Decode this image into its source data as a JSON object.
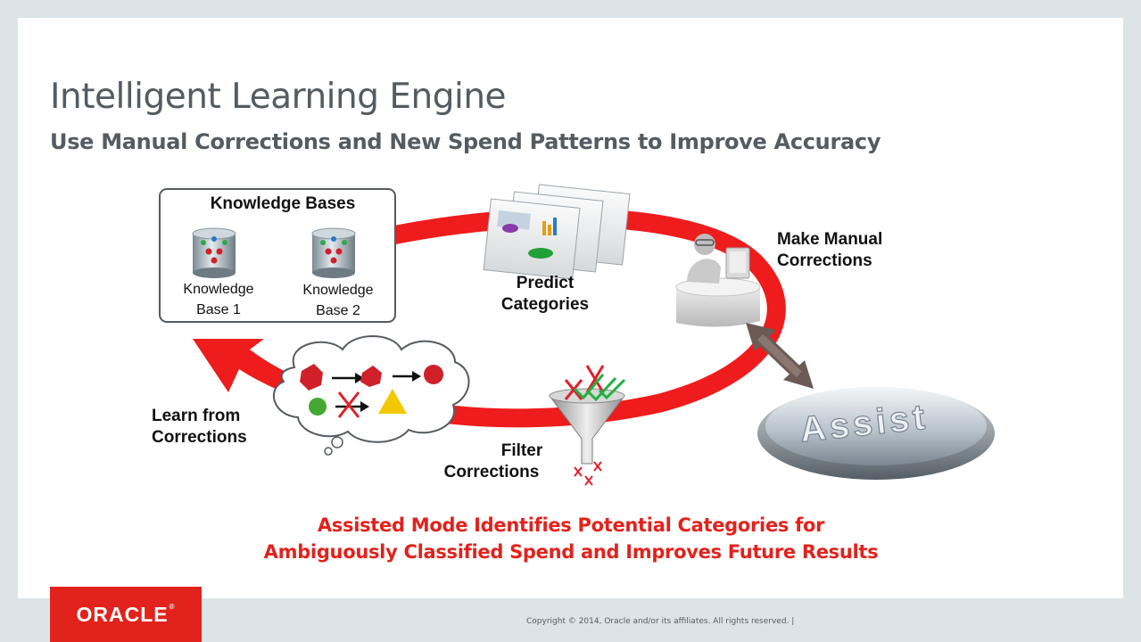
{
  "slide": {
    "title": "Intelligent Learning Engine",
    "subtitle": "Use Manual Corrections and New Spend Patterns to Improve Accuracy"
  },
  "diagram": {
    "knowledge_bases": {
      "title": "Knowledge Bases",
      "kb1": {
        "line1": "Knowledge",
        "line2": "Base 1"
      },
      "kb2": {
        "line1": "Knowledge",
        "line2": "Base 2"
      }
    },
    "steps": {
      "predict": {
        "line1": "Predict",
        "line2": "Categories"
      },
      "manual": {
        "line1": "Make Manual",
        "line2": "Corrections"
      },
      "filter": {
        "line1": "Filter",
        "line2": "Corrections"
      },
      "learn": {
        "line1": "Learn from",
        "line2": "Corrections"
      }
    },
    "assist_button": "Assist",
    "colors": {
      "arrow": "#ee1c1c",
      "accent": "#e2221c",
      "text": "#555b61"
    }
  },
  "callout": {
    "line1": "Assisted Mode Identifies Potential Categories for",
    "line2": "Ambiguously Classified Spend and Improves Future Results"
  },
  "footer": {
    "logo": "ORACLE",
    "logo_reg": "®",
    "copyright": "Copyright © 2014, Oracle and/or its affiliates. All rights reserved.  |"
  }
}
